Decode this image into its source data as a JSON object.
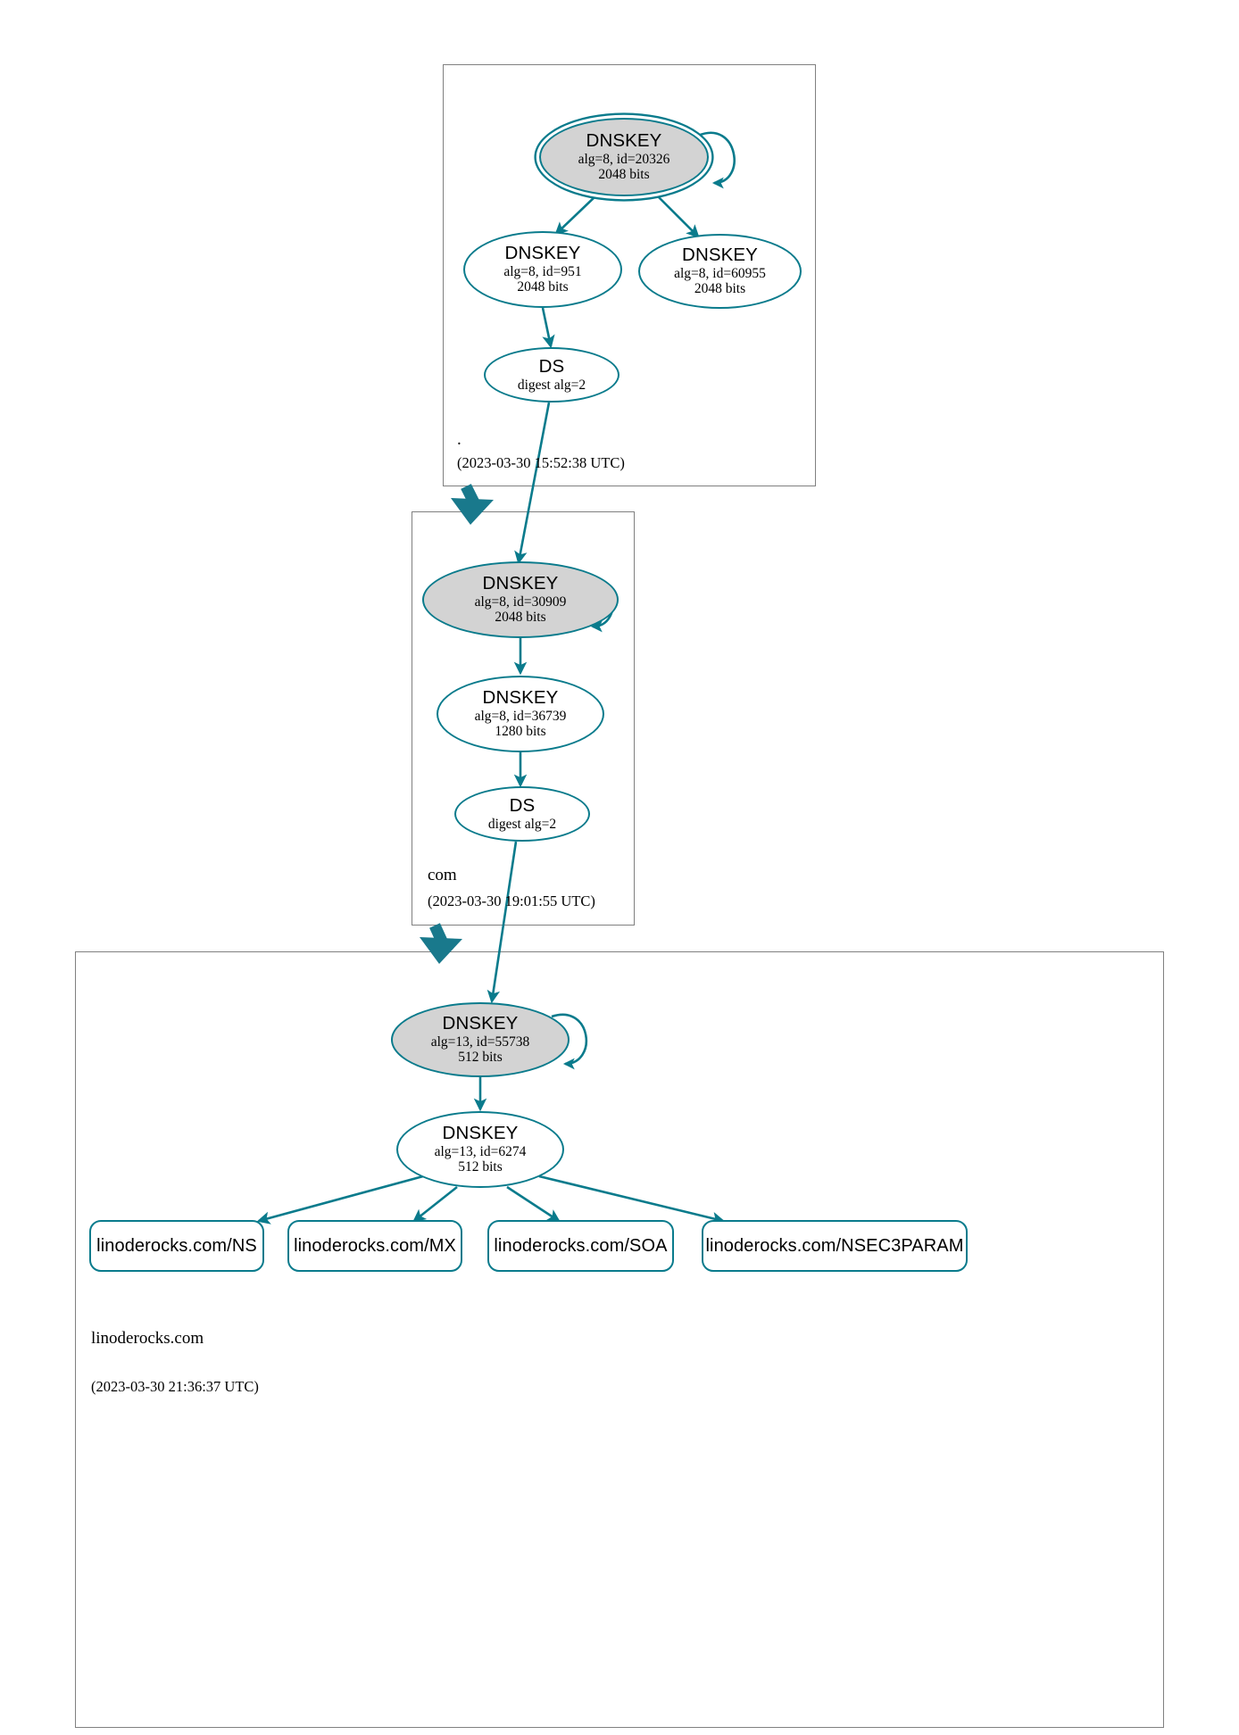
{
  "diagram": {
    "type": "dnssec-authentication-chain",
    "accent_color": "#0a7b8c",
    "secure_key_fill": "#d3d3d3",
    "zone_border_color": "#808080"
  },
  "zones": [
    {
      "id": "root",
      "name": ".",
      "timestamp": "(2023-03-30 15:52:38 UTC)"
    },
    {
      "id": "com",
      "name": "com",
      "timestamp": "(2023-03-30 19:01:55 UTC)"
    },
    {
      "id": "linoderocks",
      "name": "linoderocks.com",
      "timestamp": "(2023-03-30 21:36:37 UTC)"
    }
  ],
  "nodes": {
    "root_ksk": {
      "title": "DNSKEY",
      "params": "alg=8, id=20326",
      "size": "2048 bits"
    },
    "root_zsk_951": {
      "title": "DNSKEY",
      "params": "alg=8, id=951",
      "size": "2048 bits"
    },
    "root_zsk_60955": {
      "title": "DNSKEY",
      "params": "alg=8, id=60955",
      "size": "2048 bits"
    },
    "root_ds": {
      "title": "DS",
      "params": "digest alg=2",
      "size": ""
    },
    "com_ksk": {
      "title": "DNSKEY",
      "params": "alg=8, id=30909",
      "size": "2048 bits"
    },
    "com_zsk": {
      "title": "DNSKEY",
      "params": "alg=8, id=36739",
      "size": "1280 bits"
    },
    "com_ds": {
      "title": "DS",
      "params": "digest alg=2",
      "size": ""
    },
    "zone_ksk": {
      "title": "DNSKEY",
      "params": "alg=13, id=55738",
      "size": "512 bits"
    },
    "zone_zsk": {
      "title": "DNSKEY",
      "params": "alg=13, id=6274",
      "size": "512 bits"
    }
  },
  "rrsets": [
    {
      "id": "ns",
      "label": "linoderocks.com/NS"
    },
    {
      "id": "mx",
      "label": "linoderocks.com/MX"
    },
    {
      "id": "soa",
      "label": "linoderocks.com/SOA"
    },
    {
      "id": "nsec3param",
      "label": "linoderocks.com/NSEC3PARAM"
    }
  ]
}
